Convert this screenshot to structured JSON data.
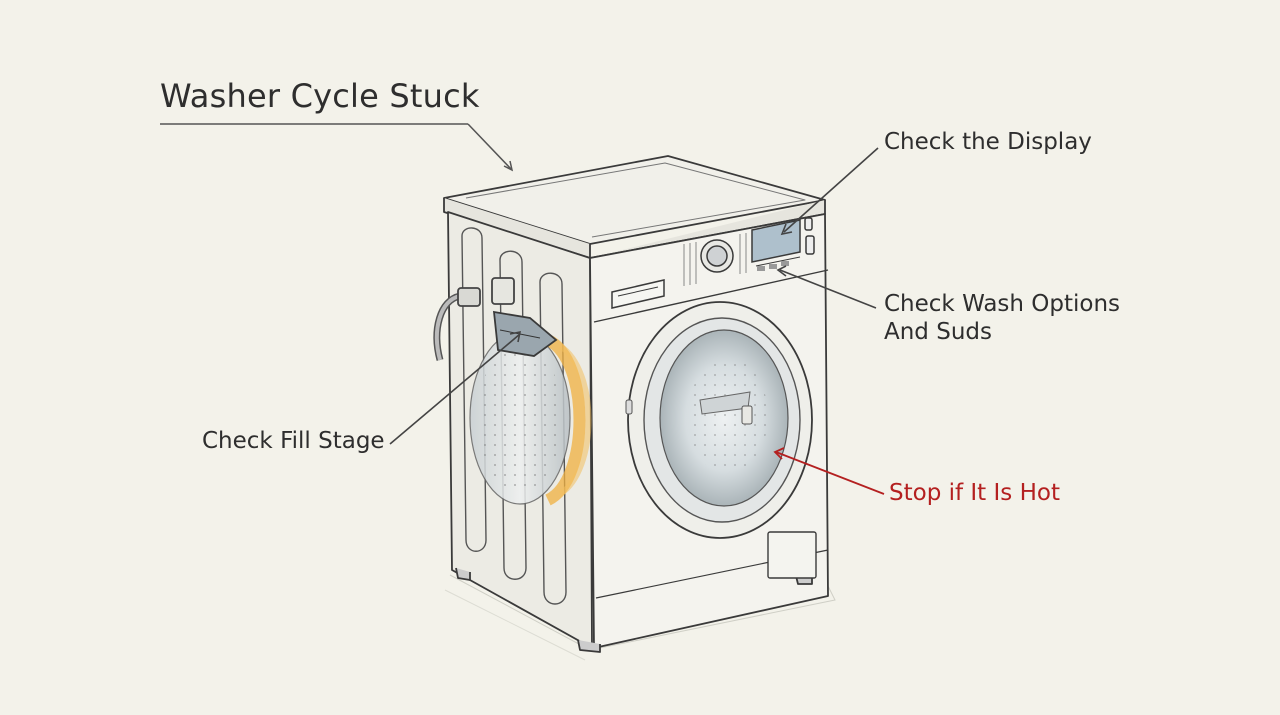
{
  "diagram": {
    "title": "Washer Cycle Stuck",
    "callouts": {
      "display": "Check the Display",
      "options_line1": "Check Wash Options",
      "options_line2": "And Suds",
      "fill": "Check Fill Stage",
      "hot": "Stop if It Is Hot"
    }
  },
  "colors": {
    "background": "#f3f2ea",
    "ink": "#3a3a3a",
    "warning": "#b42020",
    "heat_glow": "#f0b040"
  },
  "icons": [
    "washing-machine-illustration"
  ]
}
